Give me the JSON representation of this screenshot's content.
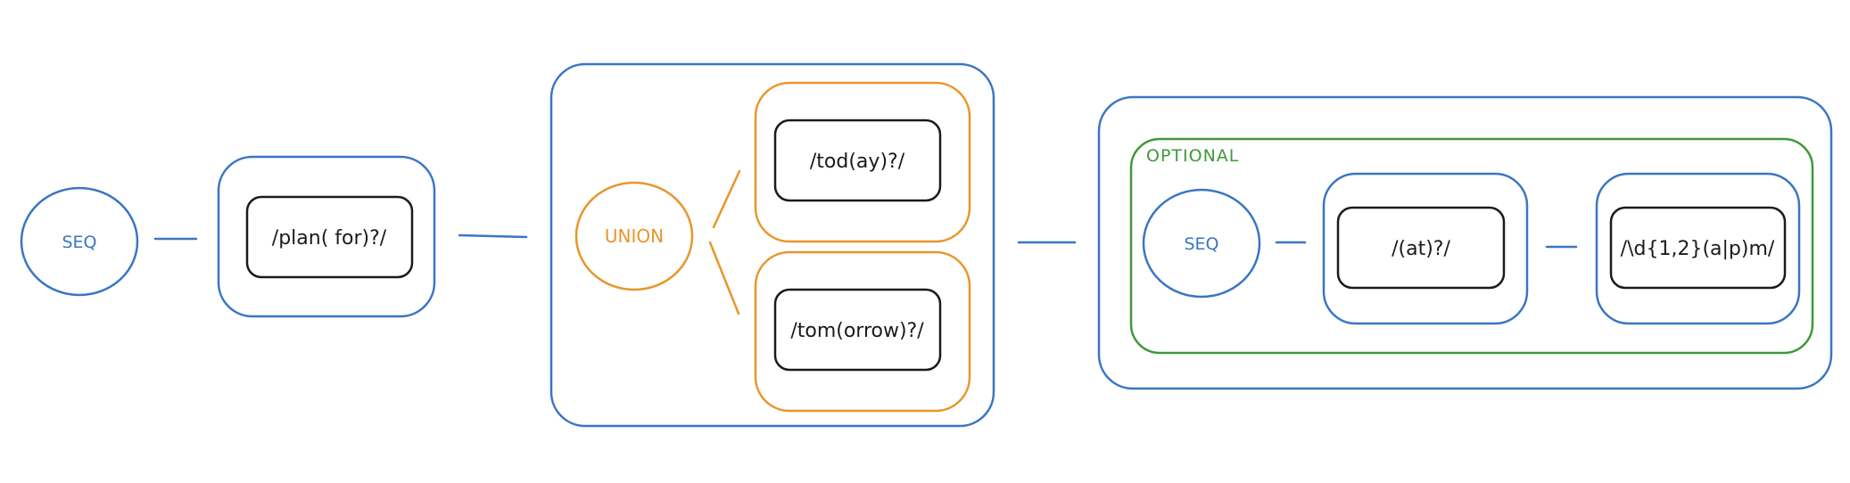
{
  "colors": {
    "seq": "#3a76c4",
    "union": "#e8962b",
    "optional": "#3d9a3a",
    "regex": "#1b1b1b"
  },
  "nodes": {
    "seq_main": "SEQ",
    "plan": "/plan( for)?/",
    "union": "UNION",
    "today": "/tod(ay)?/",
    "tomorrow": "/tom(orrow)?/",
    "optional": "OPTIONAL",
    "seq_inner": "SEQ",
    "at": "/(at)?/",
    "time": "/\\d{1,2}(a|p)m/"
  }
}
